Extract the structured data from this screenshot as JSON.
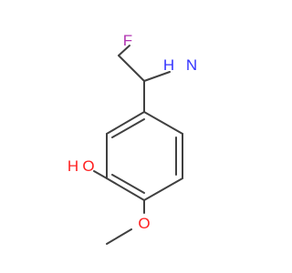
{
  "molecule": {
    "atoms": {
      "fluorine": "F",
      "amine_h2": "H",
      "amine_n": "N",
      "hydroxyl_h": "H",
      "hydroxyl_o": "O",
      "methoxy_o": "O"
    },
    "colors": {
      "bond": "#404040",
      "fluorine": "#b233b2",
      "nitrogen": "#3333ff",
      "oxygen": "#ff2020",
      "background": "#ffffff"
    }
  }
}
